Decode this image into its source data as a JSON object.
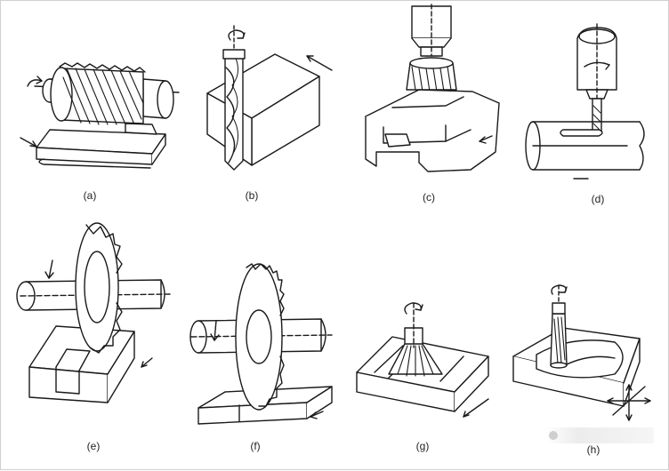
{
  "labels": {
    "a": "(a)",
    "b": "(b)",
    "c": "(c)",
    "d": "(d)",
    "e": "(e)",
    "f": "(f)",
    "g": "(g)",
    "h": "(h)"
  }
}
